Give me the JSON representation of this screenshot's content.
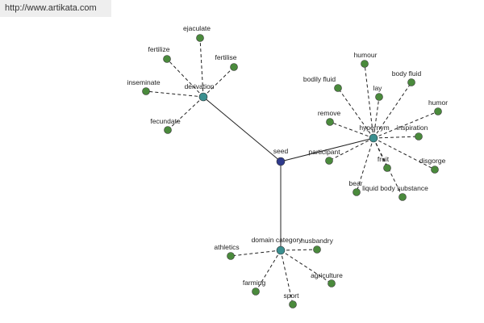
{
  "source_url": "http://www.artikata.com",
  "colors": {
    "root": "#2e3a8c",
    "hub": "#3a8f8f",
    "leaf": "#4a8a3c",
    "edge": "#222222"
  },
  "root": {
    "id": "seed",
    "label": "seed"
  },
  "hubs": [
    {
      "id": "derivation",
      "label": "derivation"
    },
    {
      "id": "hypernym",
      "label": "hypernym"
    },
    {
      "id": "domain_category",
      "label": "domain category"
    }
  ],
  "leaves": [
    {
      "hub": "derivation",
      "label": "ejaculate"
    },
    {
      "hub": "derivation",
      "label": "fertilize"
    },
    {
      "hub": "derivation",
      "label": "fertilise"
    },
    {
      "hub": "derivation",
      "label": "inseminate"
    },
    {
      "hub": "derivation",
      "label": "fecundate"
    },
    {
      "hub": "hypernym",
      "label": "humour"
    },
    {
      "hub": "hypernym",
      "label": "bodily fluid"
    },
    {
      "hub": "hypernym",
      "label": "body fluid"
    },
    {
      "hub": "hypernym",
      "label": "lay"
    },
    {
      "hub": "hypernym",
      "label": "humor"
    },
    {
      "hub": "hypernym",
      "label": "remove"
    },
    {
      "hub": "hypernym",
      "label": "inspiration"
    },
    {
      "hub": "hypernym",
      "label": "participant"
    },
    {
      "hub": "hypernym",
      "label": "disgorge"
    },
    {
      "hub": "hypernym",
      "label": "fruit"
    },
    {
      "hub": "hypernym",
      "label": "bear"
    },
    {
      "hub": "hypernym",
      "label": "liquid body substance"
    },
    {
      "hub": "domain_category",
      "label": "husbandry"
    },
    {
      "hub": "domain_category",
      "label": "athletics"
    },
    {
      "hub": "domain_category",
      "label": "agriculture"
    },
    {
      "hub": "domain_category",
      "label": "farming"
    },
    {
      "hub": "domain_category",
      "label": "sport"
    }
  ]
}
